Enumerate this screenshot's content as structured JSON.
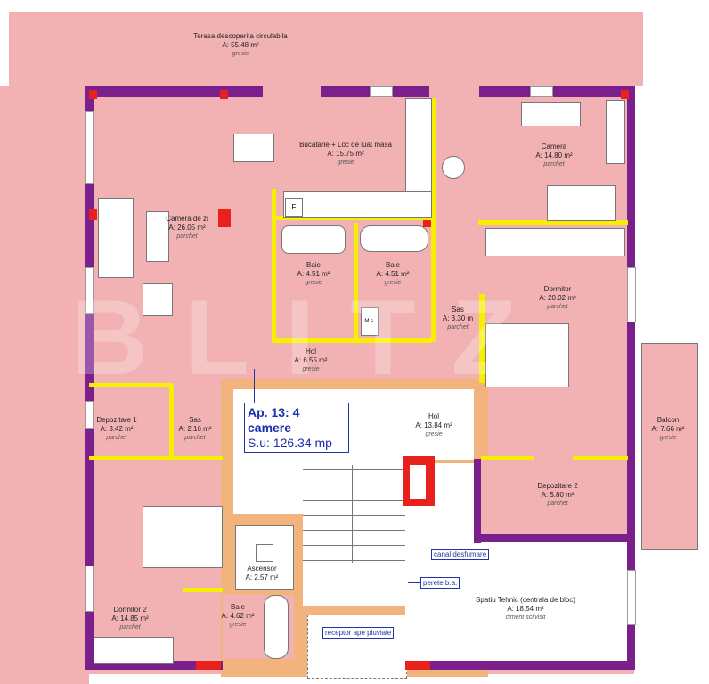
{
  "apartment": {
    "title": "Ap. 13: 4 camere",
    "usable_area": "S.u: 126.34 mp"
  },
  "rooms": {
    "terasa": {
      "name": "Terasa descoperita circulabila",
      "area": "A: 55.48 m²",
      "floor": "gresie"
    },
    "bucatarie": {
      "name": "Bucatarie + Loc de luat masa",
      "area": "A: 15.75 m²",
      "floor": "gresie"
    },
    "camera": {
      "name": "Camera",
      "area": "A: 14.80 m²",
      "floor": "parchet"
    },
    "camera_zi": {
      "name": "Camera de zi",
      "area": "A: 26.05 m²",
      "floor": "parchet"
    },
    "baie1": {
      "name": "Baie",
      "area": "A: 4.51 m²",
      "floor": "gresie"
    },
    "baie2": {
      "name": "Baie",
      "area": "A: 4.51 m²",
      "floor": "gresie"
    },
    "dormitor": {
      "name": "Dormitor",
      "area": "A: 20.02 m²",
      "floor": "parchet"
    },
    "sas1": {
      "name": "Sas",
      "area": "A: 3.30 m",
      "floor": "parchet"
    },
    "hol1": {
      "name": "Hol",
      "area": "A: 6.55 m²",
      "floor": "gresie"
    },
    "depozitare1": {
      "name": "Depozitare 1",
      "area": "A: 3.42 m²",
      "floor": "parchet"
    },
    "sas2": {
      "name": "Sas",
      "area": "A: 2.16 m²",
      "floor": "parchet"
    },
    "hol2": {
      "name": "Hol",
      "area": "A: 13.84 m²",
      "floor": "gresie"
    },
    "balcon": {
      "name": "Balcon",
      "area": "A: 7.66 m²",
      "floor": "gresie"
    },
    "depozitare2": {
      "name": "Depozitare 2",
      "area": "A: 5.80 m²",
      "floor": "parchet"
    },
    "ascensor": {
      "name": "Ascensor",
      "area": "A: 2.57 m²"
    },
    "baie3": {
      "name": "Baie",
      "area": "A: 4.62 m²",
      "floor": "gresie"
    },
    "dormitor2": {
      "name": "Dormitor 2",
      "area": "A: 14.85 m²",
      "floor": "parchet"
    },
    "spatiu_tehnic": {
      "name": "Spatiu Tehnic (centrala de bloc)",
      "area": "A: 18.54 m²",
      "floor": "ciment sclivisit"
    }
  },
  "annotations": {
    "canal": "canal desfumare",
    "perete": "perete b.a.",
    "receptor": "receptor ape pluviale",
    "fridge": "F",
    "washer": "M.s."
  },
  "watermark": "BLITZ",
  "colors": {
    "room": "#f2b2b3",
    "exterior_wall": "#7a1f8c",
    "interior_wall": "#f6f000",
    "column": "#e8211d",
    "core_wall": "#f2b47c",
    "note": "#2233aa"
  }
}
